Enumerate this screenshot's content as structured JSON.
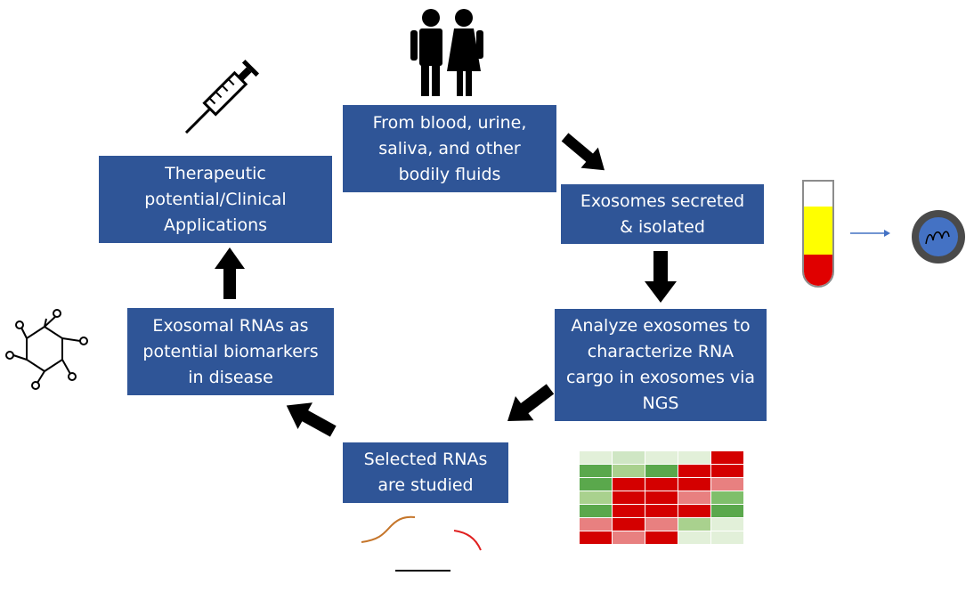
{
  "steps": {
    "source": "From blood, urine,\nsaliva, and other\nbodily fluids",
    "secreted": "Exosomes secreted\n& isolated",
    "analyze": "Analyze exosomes to\ncharacterize RNA\ncargo in exosomes via\nNGS",
    "selected": "Selected RNAs\nare studied",
    "biomarkers": "Exosomal RNAs as\npotential biomarkers\nin disease",
    "therapeutic": "Therapeutic\npotential/Clinical\nApplications"
  },
  "colors": {
    "box_fill": "#2f5597",
    "box_text": "#ffffff",
    "arrow": "#000000",
    "heatmap_red": "#d40000",
    "heatmap_green": "#5aa84c"
  },
  "icons": [
    "people-icon",
    "syringe-icon",
    "blood-tube-icon",
    "exosome-icon",
    "hexagon-molecule-icon",
    "heatmap-icon",
    "rna-strands-icon"
  ],
  "heatmap": [
    [
      "#e2f0d9",
      "#cfe6c4",
      "#e2f0d9",
      "#e2f0d9",
      "#d40000"
    ],
    [
      "#5aa84c",
      "#a9d18e",
      "#5aa84c",
      "#d40000",
      "#d40000"
    ],
    [
      "#5aa84c",
      "#d40000",
      "#d40000",
      "#d40000",
      "#e88080"
    ],
    [
      "#a9d18e",
      "#d40000",
      "#d40000",
      "#e88080",
      "#7fbf6b"
    ],
    [
      "#5aa84c",
      "#d40000",
      "#d40000",
      "#d40000",
      "#5aa84c"
    ],
    [
      "#e88080",
      "#d40000",
      "#e88080",
      "#a9d18e",
      "#e2f0d9"
    ],
    [
      "#d40000",
      "#e88080",
      "#d40000",
      "#e2f0d9",
      "#e2f0d9"
    ]
  ]
}
